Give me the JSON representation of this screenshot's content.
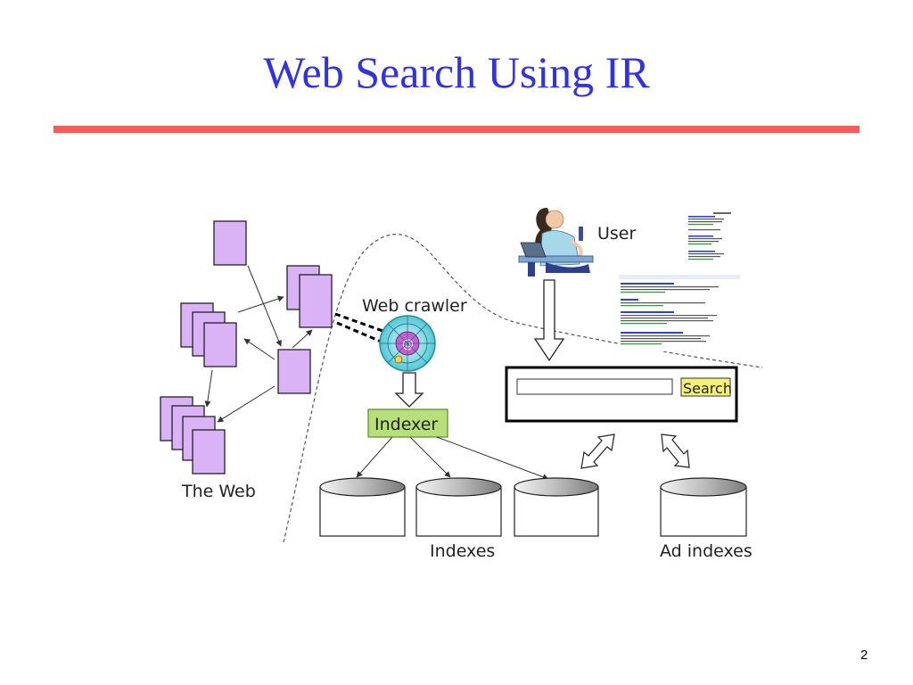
{
  "slide": {
    "title": "Web Search Using IR",
    "page_number": "2"
  },
  "diagram": {
    "labels": {
      "the_web": "The Web",
      "web_crawler": "Web crawler",
      "indexer": "Indexer",
      "user": "User",
      "search_button": "Search",
      "indexes": "Indexes",
      "ad_indexes": "Ad indexes"
    },
    "colors": {
      "title": "#3333dd",
      "rule": "#ff5a5a",
      "page_fill": "#d9b3f5",
      "indexer_fill": "#b8e07a",
      "search_button_fill": "#f5f07a"
    }
  }
}
